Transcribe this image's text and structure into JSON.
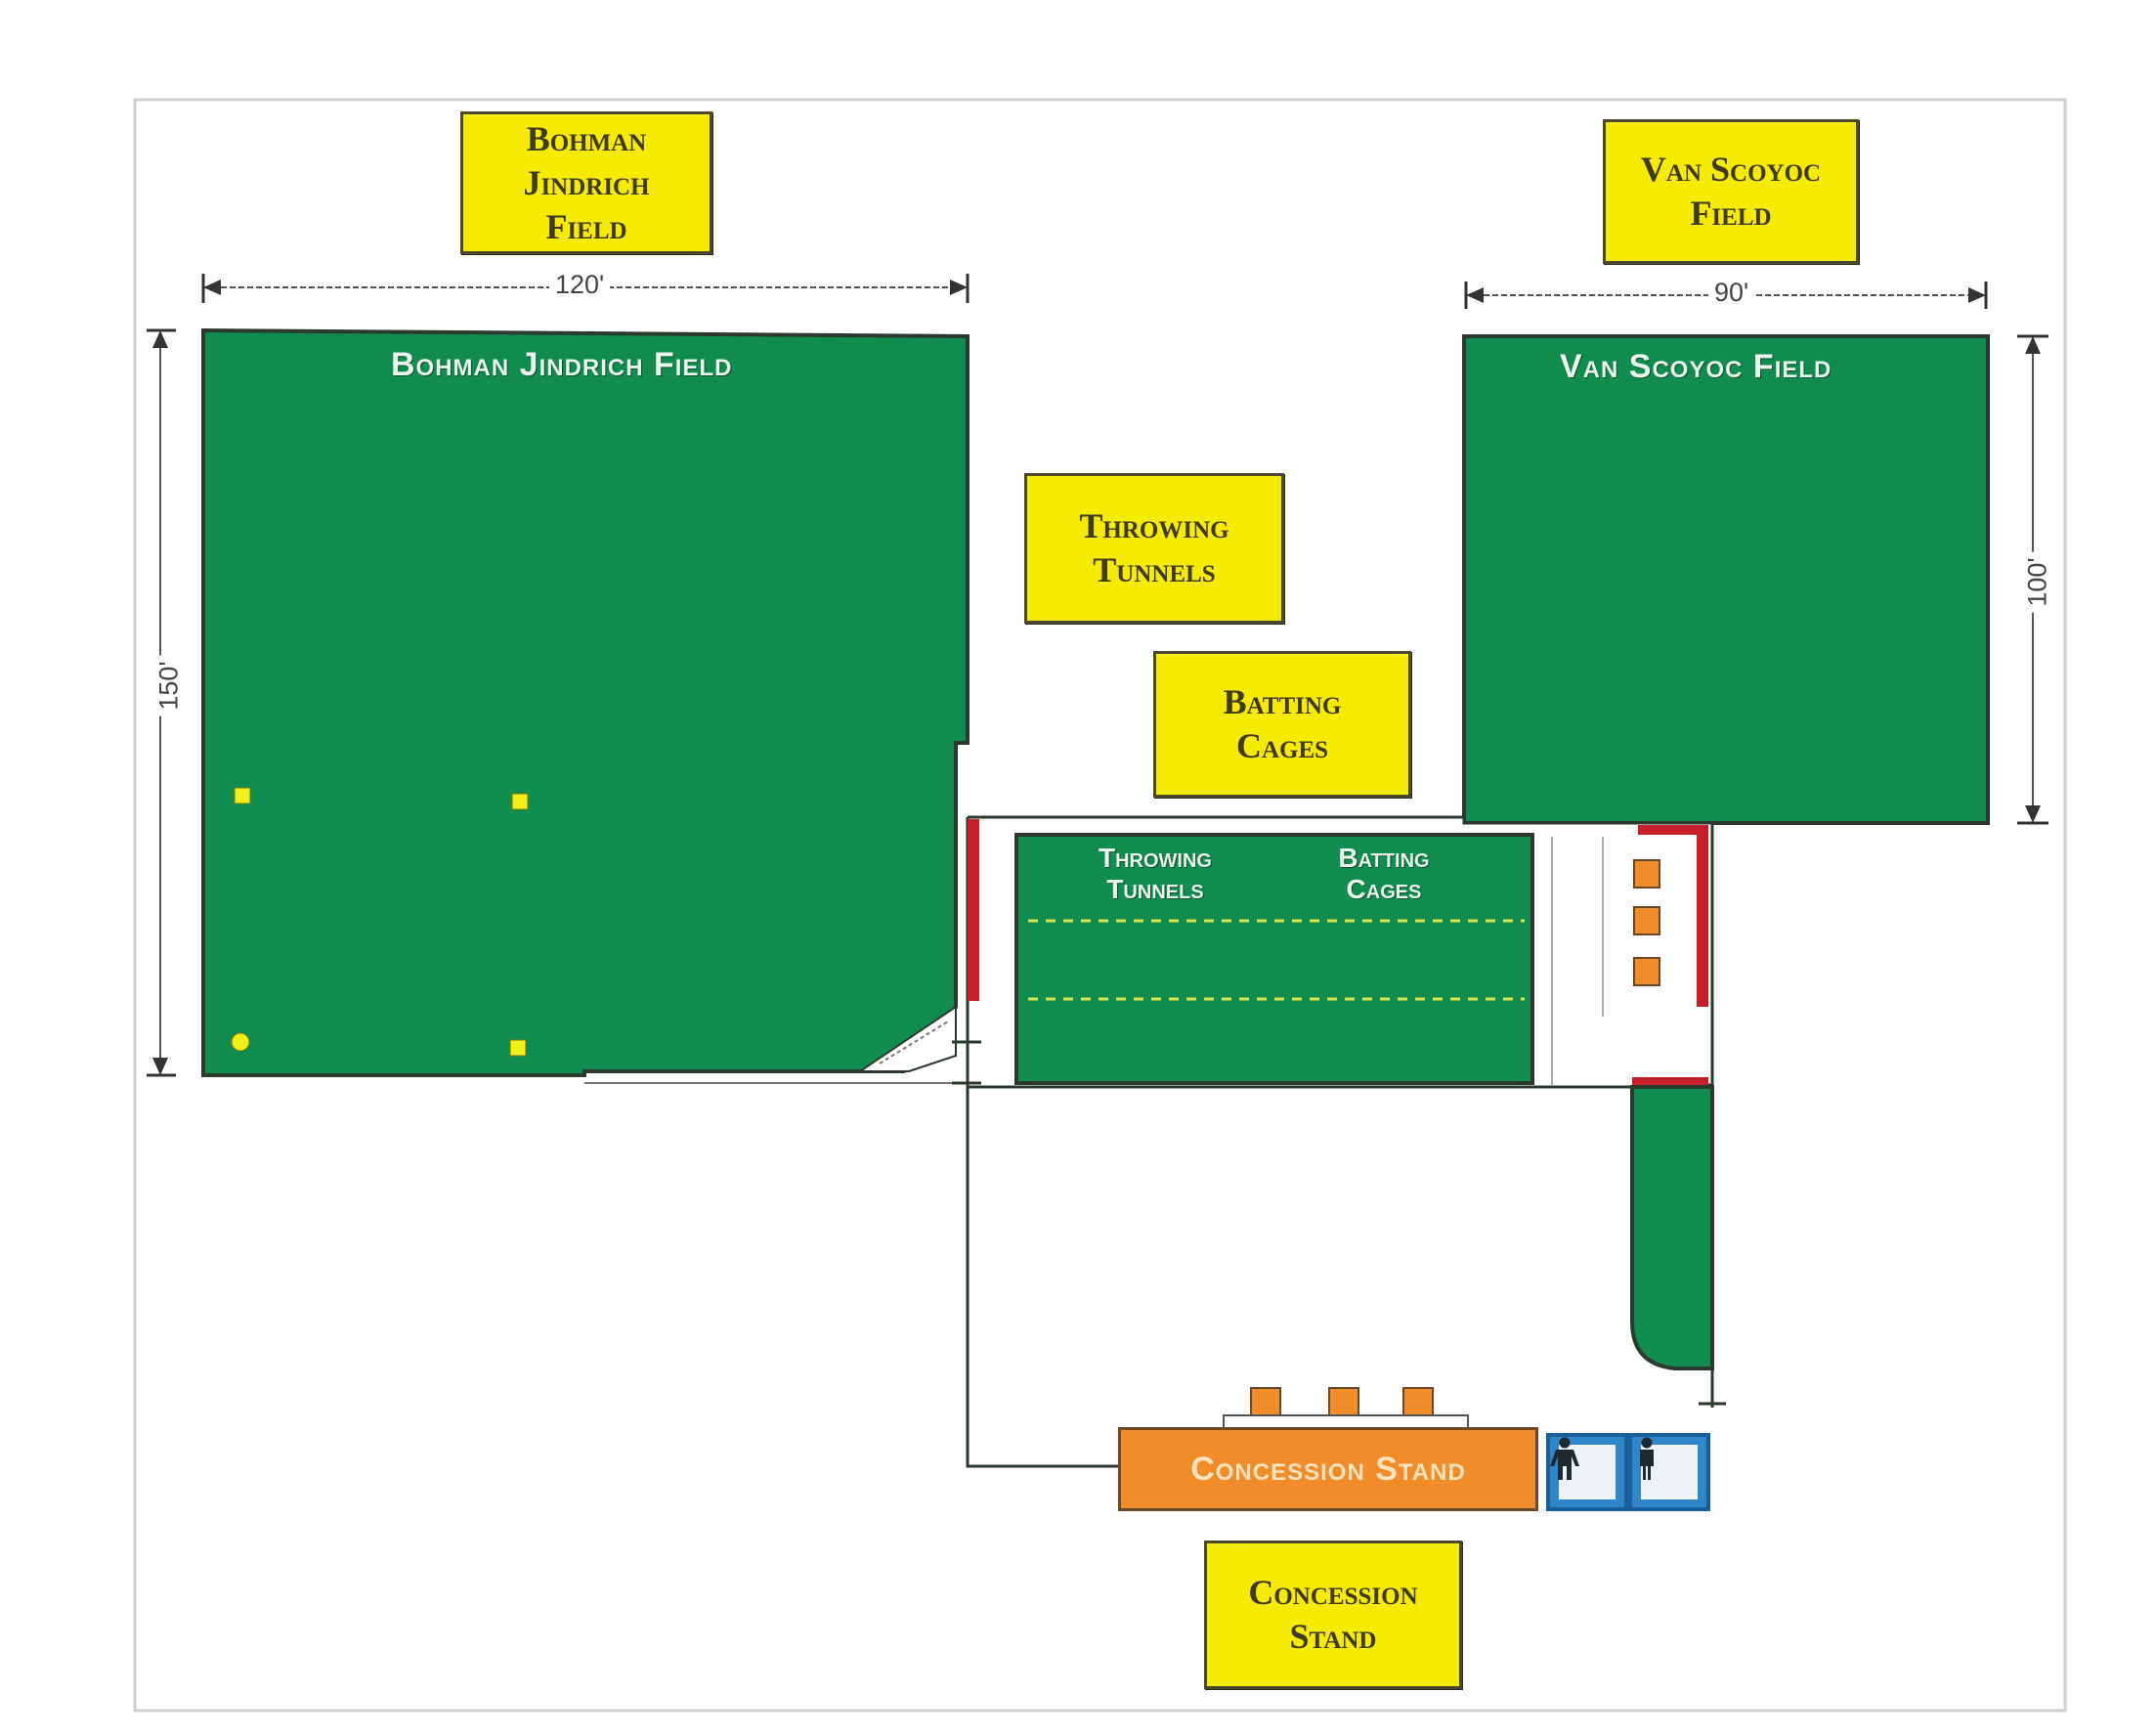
{
  "colors": {
    "field_green": "#0f8c4e",
    "field_border": "#2b3a2f",
    "label_yellow": "#f5ec00",
    "concession_orange": "#f08c2a",
    "restroom_blue": "#2f86c8",
    "fence_red": "#c8202a",
    "base_yellow": "#f2ee1a"
  },
  "labels": {
    "bohman": "Bohman\nJindrich\nField",
    "van_scoyoc": "Van Scoyoc\nField",
    "throwing": "Throwing\nTunnels",
    "batting": "Batting\nCages",
    "concession": "Concession\nStand"
  },
  "fields": {
    "bohman_title": "Bohman Jindrich Field",
    "bohman_width": "120'",
    "bohman_depth": "150'",
    "van_scoyoc_title": "Van Scoyoc Field",
    "van_scoyoc_width": "90'",
    "van_scoyoc_depth": "100'"
  },
  "tunnels": {
    "throwing_label": "Throwing\nTunnels",
    "batting_label": "Batting\nCages"
  },
  "concession_stand": {
    "label": "Concession Stand"
  },
  "restrooms": [
    {
      "icon": "mens-restroom-icon"
    },
    {
      "icon": "womens-restroom-icon"
    }
  ]
}
